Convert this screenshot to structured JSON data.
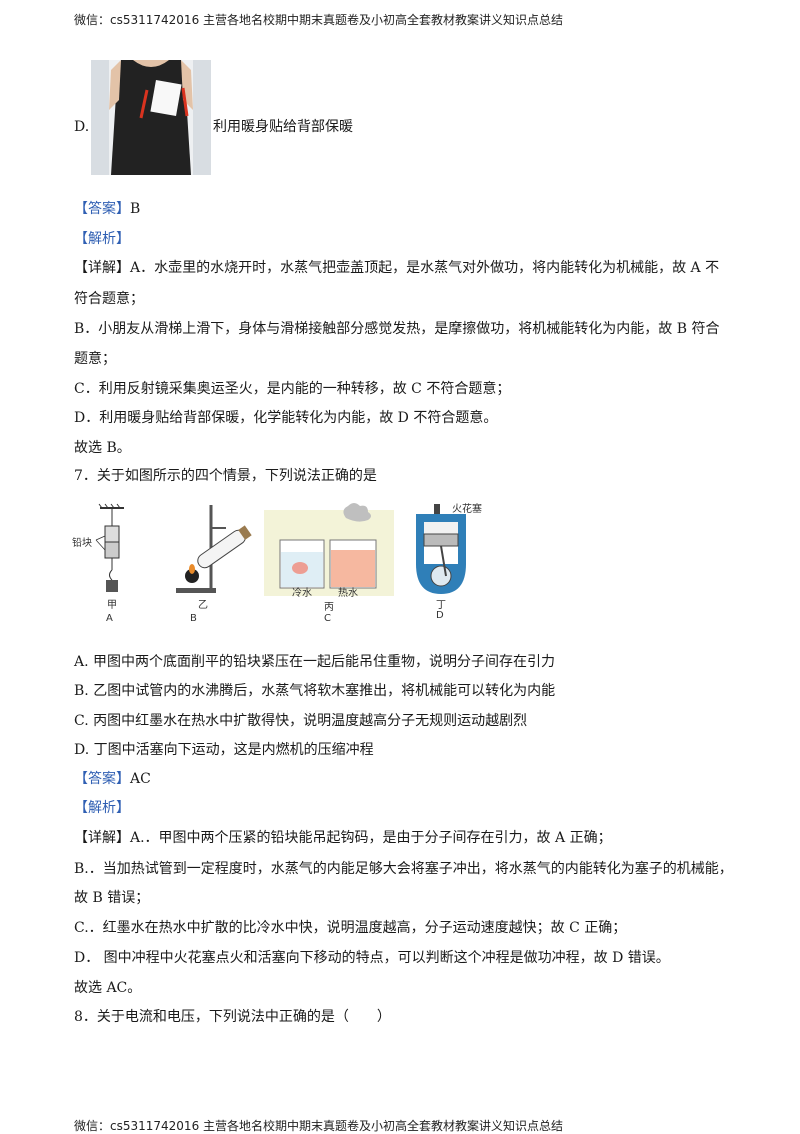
{
  "header": {
    "text": "微信：cs5311742016 主营各地名校期中期末真题卷及小初高全套教材教案讲义知识点总结"
  },
  "footer": {
    "text": "微信：cs5311742016 主营各地名校期中期末真题卷及小初高全套教材教案讲义知识点总结"
  },
  "q6": {
    "option_d_label": "D.",
    "option_d_text": "利用暖身贴给背部保暖",
    "answer_tag": "【答案】",
    "answer": "B",
    "analysis_tag": "【解析】",
    "detail_tag": "【详解】",
    "lines": [
      "A．水壶里的水烧开时，水蒸气把壶盖顶起，是水蒸气对外做功，将内能转化为机械能，故 A 不",
      "符合题意；",
      "B．小朋友从滑梯上滑下，身体与滑梯接触部分感觉发热，是摩擦做功，将机械能转化为内能，故 B 符合",
      "题意；",
      "C．利用反射镜采集奥运圣火，是内能的一种转移，故 C 不符合题意；",
      "D．利用暖身贴给背部保暖，化学能转化为内能，故 D 不符合题意。",
      "故选 B。"
    ]
  },
  "q7": {
    "stem": "7．关于如图所示的四个情景，下列说法正确的是",
    "figures": {
      "a_label": "铅块",
      "a_name": "甲",
      "a_letter": "A",
      "b_name": "乙",
      "b_letter": "B",
      "c_cold": "冷水",
      "c_hot": "热水",
      "c_name": "丙",
      "c_letter": "C",
      "d_label": "火花塞",
      "d_name": "丁",
      "d_letter": "D"
    },
    "options": [
      "A. 甲图中两个底面削平的铅块紧压在一起后能吊住重物，说明分子间存在引力",
      "B. 乙图中试管内的水沸腾后，水蒸气将软木塞推出，将机械能可以转化为内能",
      "C. 丙图中红墨水在热水中扩散得快，说明温度越高分子无规则运动越剧烈",
      "D. 丁图中活塞向下运动，这是内燃机的压缩冲程"
    ],
    "answer_tag": "【答案】",
    "answer": "AC",
    "analysis_tag": "【解析】",
    "detail_tag": "【详解】",
    "lines": [
      "A.．甲图中两个压紧的铅块能吊起钩码，是由于分子间存在引力，故 A 正确；",
      "B.．当加热试管到一定程度时，水蒸气的内能足够大会将塞子冲出，将水蒸气的内能转化为塞子的机械能，",
      "故 B 错误；",
      "C.．红墨水在热水中扩散的比冷水中快，说明温度越高，分子运动速度越快；故 C 正确；",
      "D．  图中冲程中火花塞点火和活塞向下移动的特点，可以判断这个冲程是做功冲程，故 D 错误。",
      "故选 AC。"
    ]
  },
  "q8": {
    "stem": "8．关于电流和电压，下列说法中正确的是（　　）"
  }
}
